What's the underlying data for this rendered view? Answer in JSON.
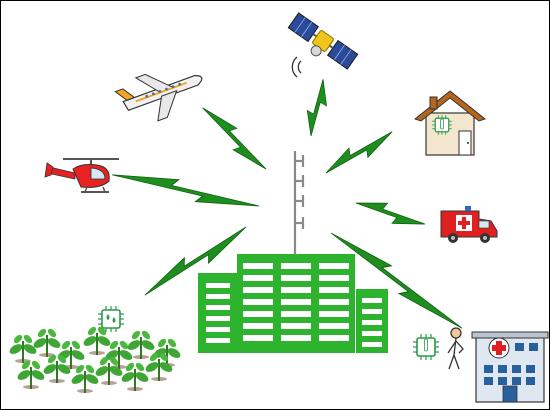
{
  "colors": {
    "bolt": "#1e8e1e",
    "bolt_edge": "#0f5f0f",
    "building": "#2db32d",
    "window": "#ffffff",
    "antenna": "#8a8a8a",
    "plant": "#3fa535",
    "hospital_cross": "#e02020",
    "ambulance": "#e02020",
    "helicopter": "#e62222",
    "plane_body": "#f2f2f2",
    "plane_accent": "#f5a623",
    "house_roof": "#b5651d",
    "satellite_panel": "#2c4a9a",
    "satellite_body": "#f0c419"
  },
  "icons": {
    "satellite": "satellite-icon",
    "airplane": "airplane-icon",
    "house": "smart-house-icon",
    "helicopter": "helicopter-icon",
    "ambulance": "ambulance-icon",
    "hospital": "hospital-icon",
    "farm": "crop-field-icon",
    "base_station": "base-station-building-icon",
    "sensor_chip": "sensor-chip-icon",
    "patient": "injured-person-icon"
  },
  "connections": [
    {
      "from": "base-station",
      "to": "satellite"
    },
    {
      "from": "base-station",
      "to": "airplane"
    },
    {
      "from": "base-station",
      "to": "smart-house"
    },
    {
      "from": "base-station",
      "to": "helicopter"
    },
    {
      "from": "base-station",
      "to": "ambulance"
    },
    {
      "from": "base-station",
      "to": "hospital"
    },
    {
      "from": "base-station",
      "to": "crop-field"
    }
  ]
}
